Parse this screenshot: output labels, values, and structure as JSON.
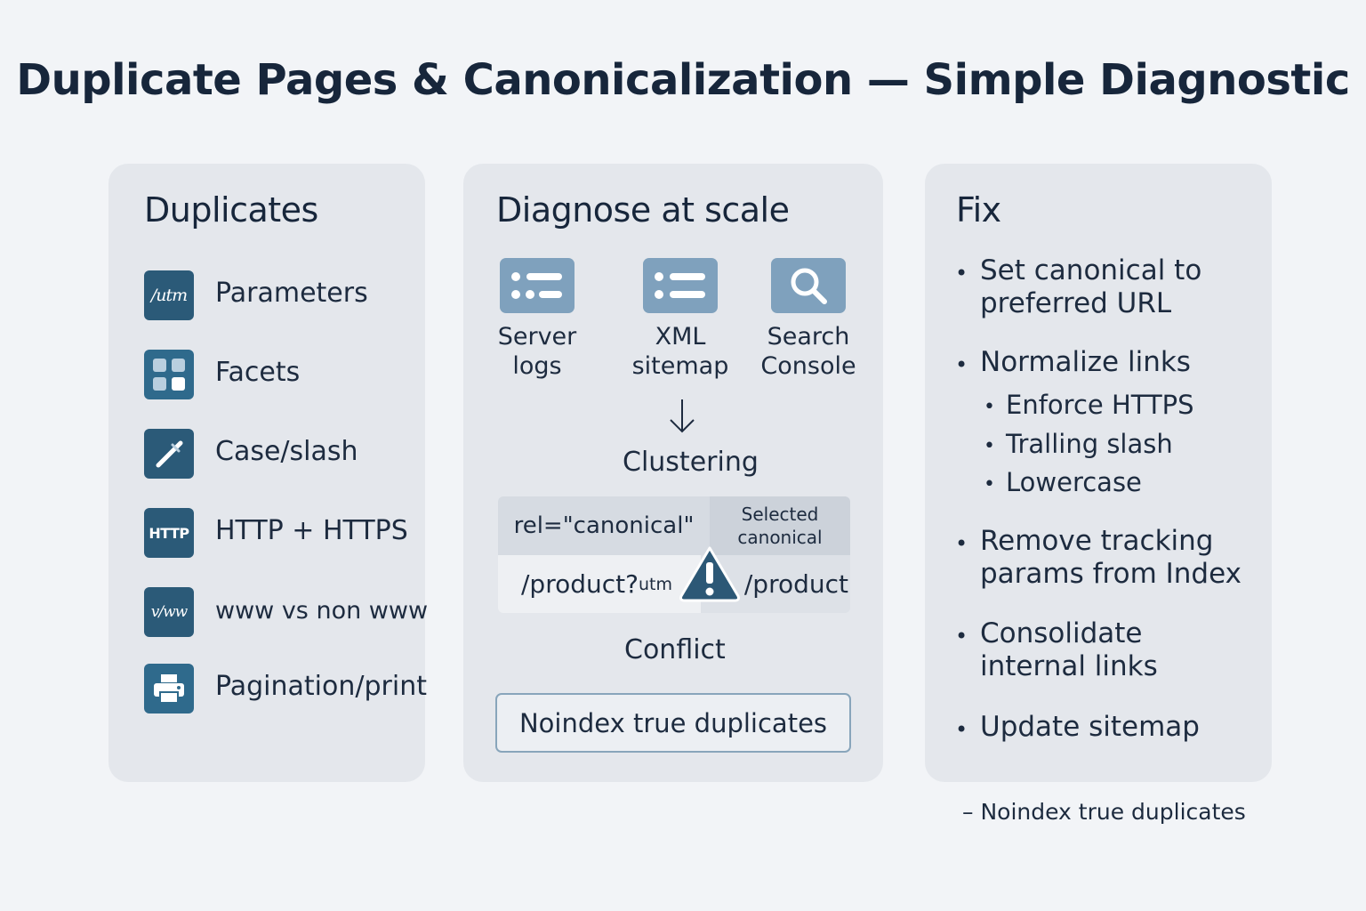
{
  "title": "Duplicate Pages & Canonicalization — Simple Diagnostic",
  "duplicates": {
    "title": "Duplicates",
    "items": [
      {
        "label": "Parameters",
        "icon": "utm-icon"
      },
      {
        "label": "Facets",
        "icon": "grid-icon"
      },
      {
        "label": "Case/slash",
        "icon": "slash-icon"
      },
      {
        "label": "HTTP + HTTPS",
        "icon": "http-icon"
      },
      {
        "label": "www vs non www",
        "icon": "www-icon"
      },
      {
        "label": "Pagination/print",
        "icon": "printer-icon"
      }
    ],
    "icon_text": {
      "utm": "/utm",
      "http": "HTTP",
      "www": "v/ww"
    }
  },
  "diagnose": {
    "title": "Diagnose at scale",
    "sources": [
      {
        "label": "Server\nlogs",
        "icon": "list-icon"
      },
      {
        "label": "XML\nsitemap",
        "icon": "list-icon"
      },
      {
        "label": "Search\nConsole",
        "icon": "search-icon"
      }
    ],
    "clustering_label": "Clustering",
    "table": {
      "rel_header": "rel=\"canonical\"",
      "selected_header": "Selected\ncanonical",
      "url_left": "/product?",
      "url_left_suffix": "utm",
      "url_right": "/product"
    },
    "conflict_label": "Conflict",
    "noindex_button": "Noindex true duplicates"
  },
  "fix": {
    "title": "Fix",
    "items": [
      {
        "label": "Set canonical to\npreferred URL"
      },
      {
        "label": "Normalize links",
        "subitems": [
          "Enforce HTTPS",
          "Tralling slash",
          "Lowercase"
        ]
      },
      {
        "label": "Remove tracking\nparams from Index"
      },
      {
        "label": "Consolidate\ninternal links"
      },
      {
        "label": "Update sitemap"
      }
    ],
    "bullet": "•"
  },
  "footnote": "– Noindex true duplicates",
  "colors": {
    "background": "#f2f4f7",
    "panel": "#e4e7ec",
    "icon_dark": "#2b5a78",
    "icon_light": "#7fa1bd",
    "text": "#1d2b3f",
    "warning": "#2c5876"
  }
}
